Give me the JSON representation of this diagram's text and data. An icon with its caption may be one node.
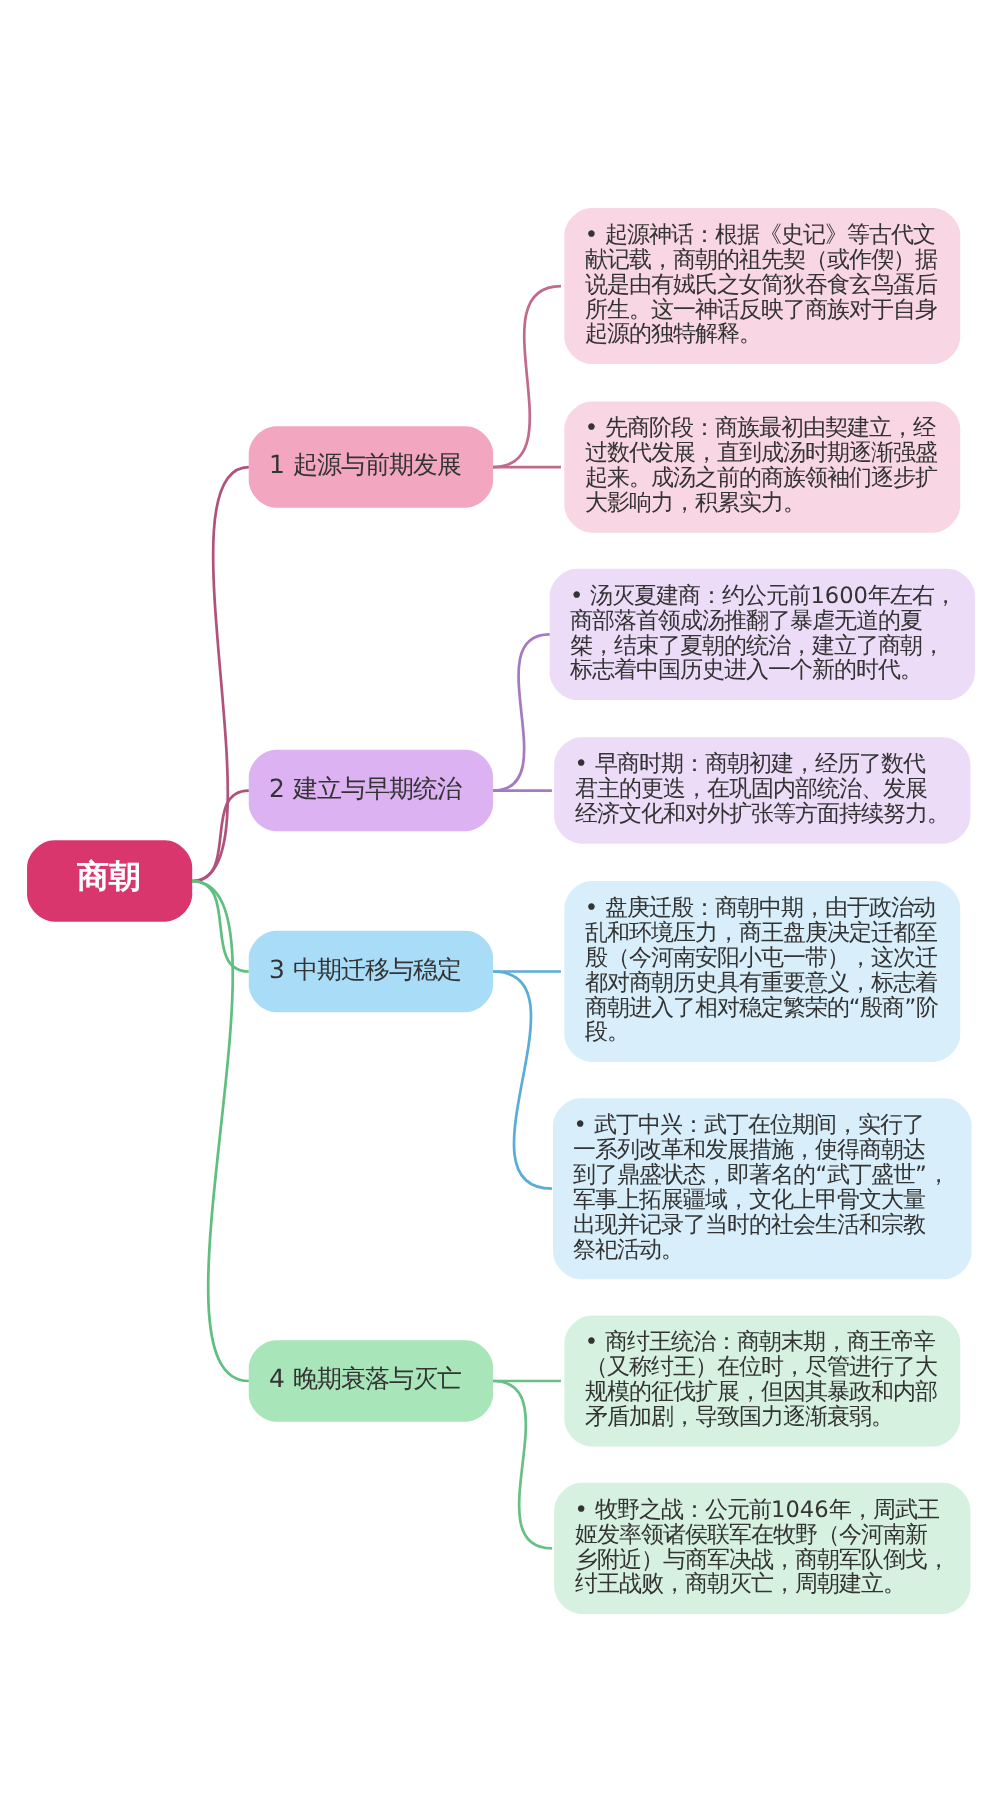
{
  "diagram": {
    "nodes": [
      {
        "text": [
          "商朝"
        ]
      },
      {
        "text": [
          "1 起源与前期发展"
        ]
      },
      {
        "text": [
          "• 起源神话：根据《史记》等古代文献记载，商朝的祖先契（或作偰）据说是由有娀氏之女简狄吞食玄鸟蛋后所生。这一神话反映了商族对于自身起源的独特解释。"
        ]
      },
      {
        "text": [
          "• 先商阶段：商族最初由契建立，经过数代发展，直到成汤时期逐渐强盛起来。成汤之前的商族领袖们逐步扩大影响力，积累实力。"
        ]
      },
      {
        "text": [
          "2 建立与早期统治"
        ]
      },
      {
        "text": [
          "• 汤灭夏建商：约公元前1600年左右，商部落首领成汤推翻了暴虐无道的夏桀，结束了夏朝的统治，建立了商朝，标志着中国历史进入一个新的时代。"
        ]
      },
      {
        "text": [
          "• 早商时期：商朝初建，经历了数代君主的更迭，在巩固内部统治、发展经济文化和对外扩张等方面持续努力。"
        ]
      },
      {
        "text": [
          "3 中期迁移与稳定"
        ]
      },
      {
        "text": [
          "• 盘庚迁殷：商朝中期，由于政治动乱和环境压力，商王盘庚决定迁都至殷（今河南安阳小屯一带），这次迁都对商朝历史具有重要意义，标志着商朝进入了相对稳定繁荣的“殷商”阶段。"
        ]
      },
      {
        "text": [
          "• 武丁中兴：武丁在位期间，实行了一系列改革和发展措施，使得商朝达到了鼎盛状态，即著名的“武丁盛世”，军事上拓展疆域，文化上甲骨文大量出现并记录了当时的社会生活和宗教祭祀活动。"
        ]
      },
      {
        "text": [
          "4 晚期衰落与灭亡"
        ]
      },
      {
        "text": [
          "• 商纣王统治：商朝末期，商王帝辛（又称纣王）在位时，尽管进行了大规模的征伐扩展，但因其暴政和内部矛盾加剧，导致国力逐渐衰弱。"
        ]
      },
      {
        "text": [
          "• 牧野之战：公元前1046年，周武王姬发率领诸侯联军在牧野（今河南新乡附近）与商军决战，商朝军队倒戈，纣王战败，商朝灭亡，周朝建立。"
        ]
      }
    ],
    "edges": [
      {
        "from": 0,
        "to": 1,
        "arrow": "none",
        "color": "#b0527c"
      },
      {
        "from": 1,
        "to": 2,
        "arrow": "none",
        "color": "#c06a8c"
      },
      {
        "from": 1,
        "to": 3,
        "arrow": "none",
        "color": "#c06a8c"
      },
      {
        "from": 0,
        "to": 4,
        "arrow": "none",
        "color": "#b0527c"
      },
      {
        "from": 4,
        "to": 5,
        "arrow": "none",
        "color": "#a57bc0"
      },
      {
        "from": 4,
        "to": 6,
        "arrow": "none",
        "color": "#a57bc0"
      },
      {
        "from": 0,
        "to": 7,
        "arrow": "none",
        "color": "#5fbf7f"
      },
      {
        "from": 7,
        "to": 8,
        "arrow": "none",
        "color": "#5aaed6"
      },
      {
        "from": 7,
        "to": 9,
        "arrow": "none",
        "color": "#5aaed6"
      },
      {
        "from": 0,
        "to": 10,
        "arrow": "none",
        "color": "#5fbf7f"
      },
      {
        "from": 10,
        "to": 11,
        "arrow": "none",
        "color": "#68c086"
      },
      {
        "from": 10,
        "to": 12,
        "arrow": "none",
        "color": "#68c086"
      }
    ]
  }
}
